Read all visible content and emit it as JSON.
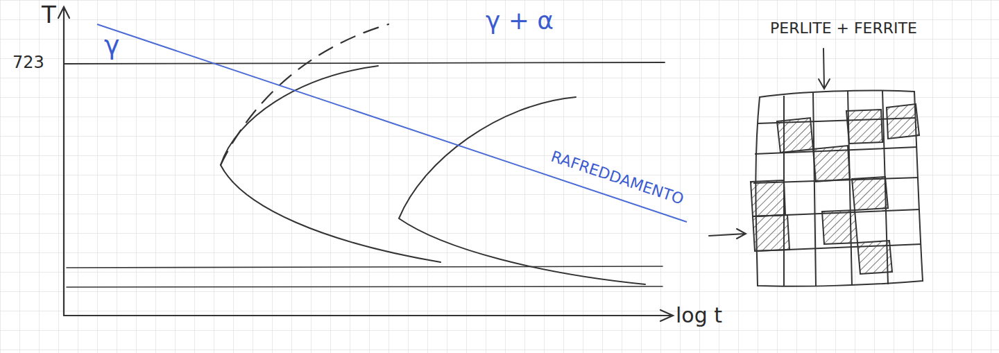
{
  "diagram": {
    "labels": [
      "T",
      "723",
      "γ",
      "γ + α",
      "RAFREDDAMENTO",
      "PERLITE + FERRITE",
      "log t"
    ]
  }
}
